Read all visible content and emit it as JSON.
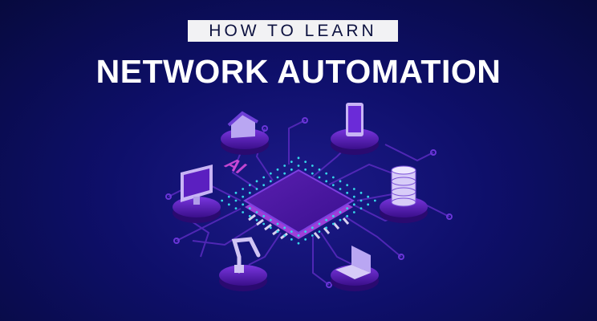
{
  "banner": {
    "pretitle": "HOW TO LEARN",
    "title": "NETWORK AUTOMATION",
    "chip_label": "AI"
  },
  "colors": {
    "background": "#0e0f6a",
    "circuit": "#6a2fd0",
    "platform": "#5b1fb5",
    "chip_dots_cyan": "#36d6e8",
    "chip_dots_pink": "#e04fe0"
  },
  "devices": [
    "house-icon",
    "smartphone-icon",
    "monitor-icon",
    "database-icon",
    "robot-arm-icon",
    "laptop-icon"
  ]
}
